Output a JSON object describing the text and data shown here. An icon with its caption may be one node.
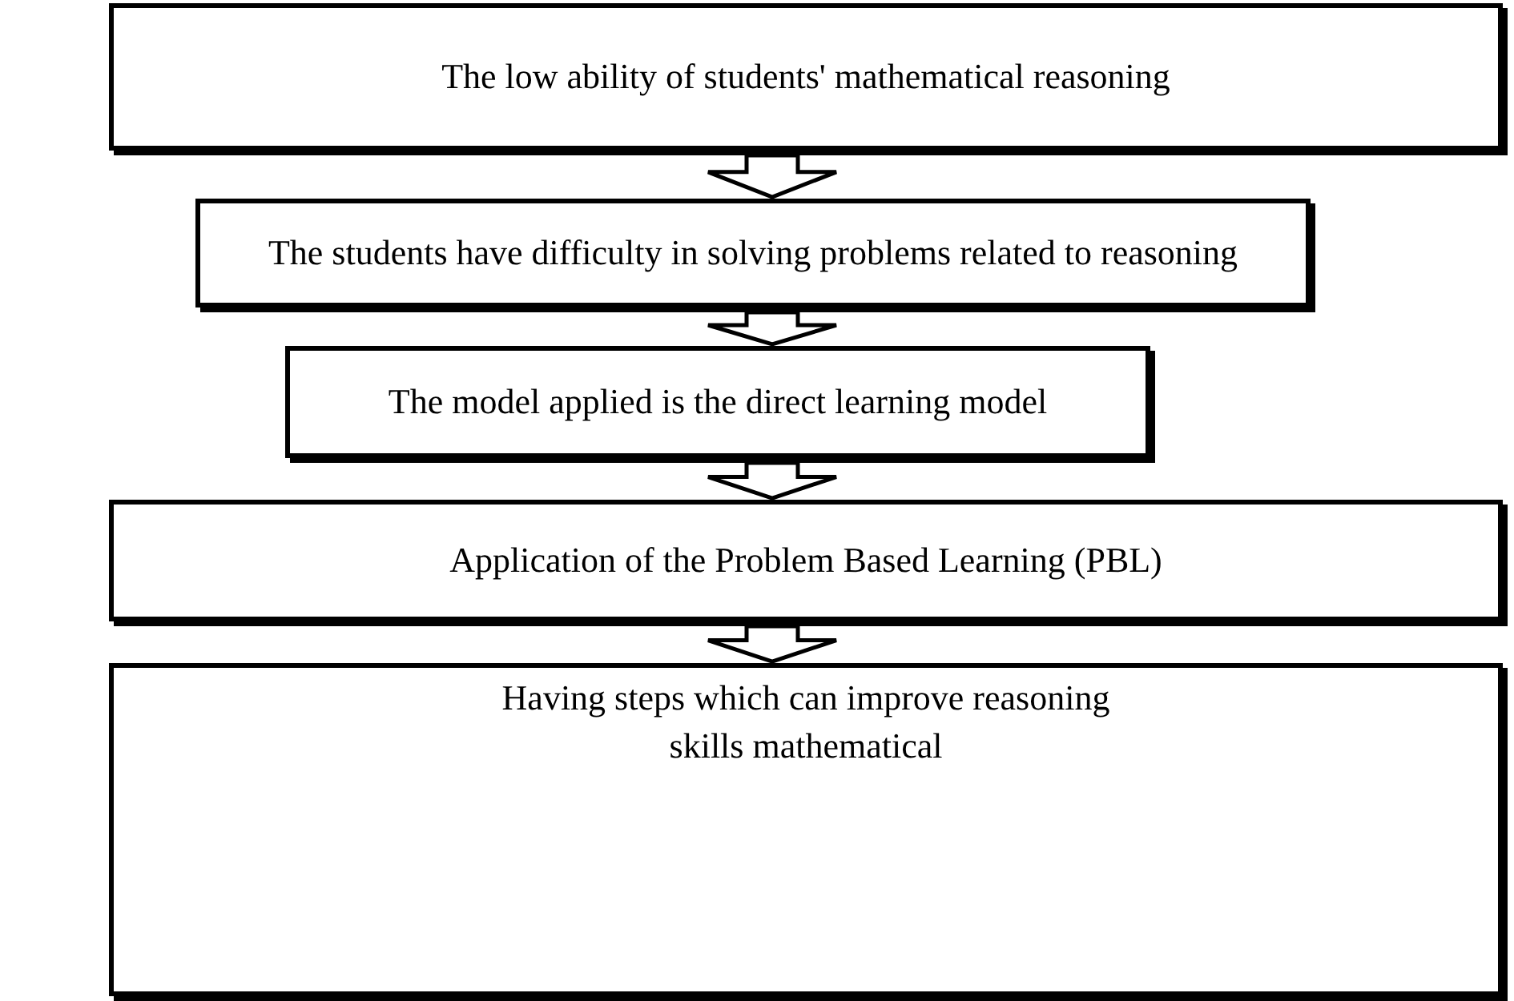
{
  "diagram": {
    "nodes": [
      {
        "text": [
          "The low ability of students' mathematical reasoning"
        ]
      },
      {
        "text": [
          "The students have difficulty in solving problems related to reasoning"
        ]
      },
      {
        "text": [
          "The model applied is the direct learning model"
        ]
      },
      {
        "text": [
          "Application of the Problem Based Learning (PBL)"
        ]
      },
      {
        "text": [
          "Having steps which can improve reasoning skills mathematical"
        ]
      }
    ],
    "edges": [
      {
        "from": 0,
        "to": 1,
        "arrow": "to"
      },
      {
        "from": 1,
        "to": 2,
        "arrow": "to"
      },
      {
        "from": 2,
        "to": 3,
        "arrow": "to"
      },
      {
        "from": 3,
        "to": 4,
        "arrow": "to"
      }
    ]
  }
}
